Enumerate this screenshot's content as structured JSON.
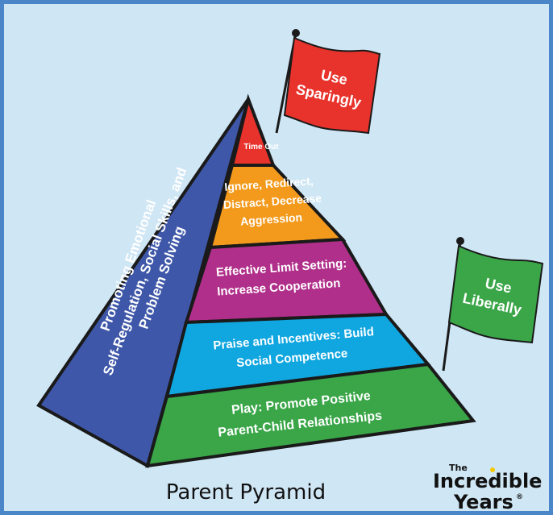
{
  "colors": {
    "background": "#cfe6f4",
    "frame": "#4a86c8",
    "side_face": "#3e57a8",
    "time_out": "#e8332c",
    "ignore": "#f39a1c",
    "limit": "#b02f8a",
    "praise": "#10a6e0",
    "play": "#3aa648",
    "flag_top": "#e8332c",
    "flag_bottom": "#3aa648",
    "logo_dot": "#f6c800"
  },
  "pyramid": {
    "side_label": [
      "Promoting Emotional",
      "Self-Regulation, Social Skills, and",
      "Problem Solving"
    ],
    "layers": [
      {
        "name": "time-out",
        "lines": [
          "Time Out"
        ]
      },
      {
        "name": "ignore-redirect",
        "lines": [
          "Ignore, Redirect,",
          "Distract, Decrease",
          "Aggression"
        ]
      },
      {
        "name": "limit-setting",
        "lines": [
          "Effective Limit Setting:",
          "Increase Cooperation"
        ]
      },
      {
        "name": "praise-incentives",
        "lines": [
          "Praise and Incentives: Build",
          "Social Competence"
        ]
      },
      {
        "name": "play",
        "lines": [
          "Play: Promote Positive",
          "Parent-Child Relationships"
        ]
      }
    ]
  },
  "flags": {
    "top": {
      "lines": [
        "Use",
        "Sparingly"
      ]
    },
    "bottom": {
      "lines": [
        "Use",
        "Liberally"
      ]
    }
  },
  "caption": "Parent Pyramid",
  "logo": {
    "small": "The",
    "line1": "Incredible",
    "line2": "Years",
    "mark": "®"
  }
}
